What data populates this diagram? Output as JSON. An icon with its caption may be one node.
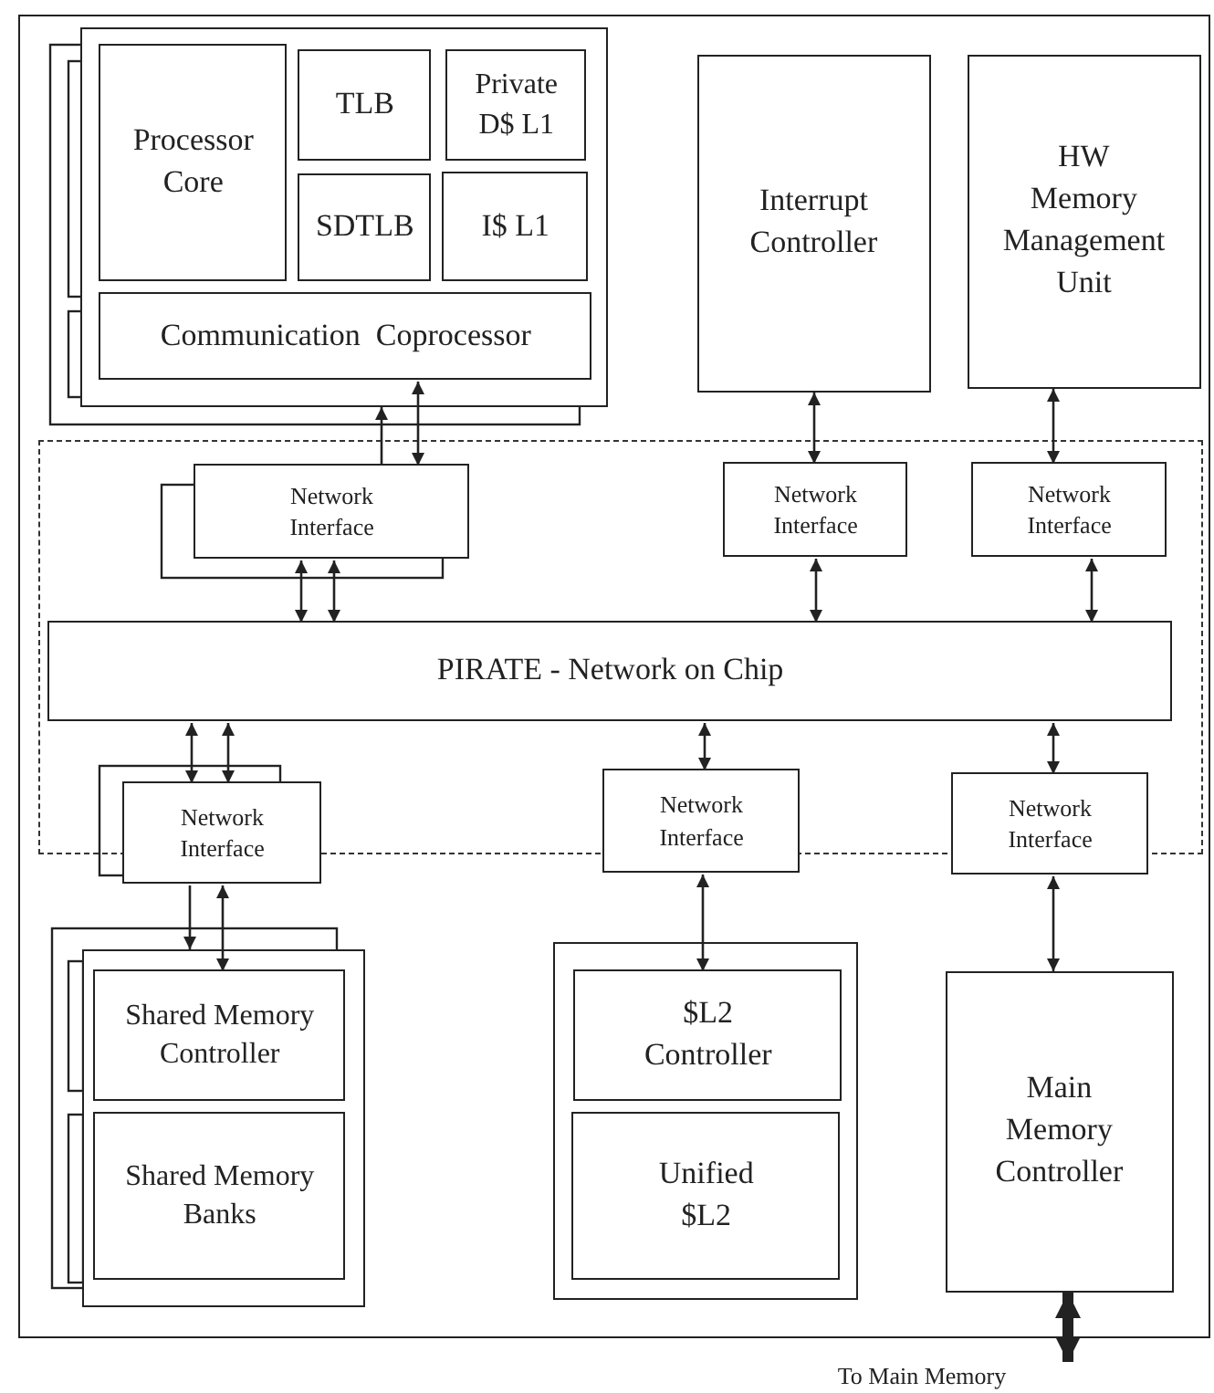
{
  "diagram": {
    "nodes": [
      {
        "text": [],
        "shape": "box"
      },
      {
        "text": [],
        "shape": "box",
        "in": 0
      },
      {
        "text": [
          "Processor Core"
        ],
        "in": 1
      },
      {
        "text": [
          "TLB"
        ],
        "in": 1
      },
      {
        "text": [
          "Private D$ L1"
        ],
        "in": 1
      },
      {
        "text": [
          "SDTLB"
        ],
        "in": 1
      },
      {
        "text": [
          "I$ L1"
        ],
        "in": 1
      },
      {
        "text": [
          "Communication  Coprocessor"
        ],
        "in": 1
      },
      {
        "text": [
          "Interrupt Controller"
        ],
        "in": 0
      },
      {
        "text": [
          "HW Memory Management Unit"
        ],
        "in": 0
      },
      {
        "text": [],
        "shape": "box",
        "in": 0
      },
      {
        "text": [
          "Network Interface"
        ],
        "in": 10
      },
      {
        "text": [
          "Network Interface"
        ],
        "in": 10
      },
      {
        "text": [
          "Network Interface"
        ],
        "in": 10
      },
      {
        "text": [
          "PIRATE - Network on Chip"
        ],
        "in": 10
      },
      {
        "text": [
          "Network Interface"
        ],
        "in": 10
      },
      {
        "text": [
          "Network Interface"
        ],
        "in": 10
      },
      {
        "text": [
          "Network Interface"
        ],
        "in": 10
      },
      {
        "text": [],
        "shape": "box",
        "in": 0
      },
      {
        "text": [
          "Shared Memory Controller"
        ],
        "in": 18
      },
      {
        "text": [
          "Shared Memory Banks"
        ],
        "in": 18
      },
      {
        "text": [],
        "shape": "box",
        "in": 0
      },
      {
        "text": [
          "$L2 Controller"
        ],
        "in": 21
      },
      {
        "text": [
          "Unified $L2"
        ],
        "in": 21
      },
      {
        "text": [
          "Main Memory Controller"
        ],
        "in": 0
      },
      {
        "text": [
          "To Main Memory"
        ]
      }
    ],
    "edges": [
      {
        "from": 11,
        "to": 1,
        "arrow": "to"
      },
      {
        "from": 7,
        "to": 11,
        "arrow": "both"
      },
      {
        "from": 8,
        "to": 12,
        "arrow": "both"
      },
      {
        "from": 9,
        "to": 13,
        "arrow": "both"
      },
      {
        "from": 11,
        "to": 14,
        "arrow": "both"
      },
      {
        "from": 11,
        "to": 14,
        "arrow": "both"
      },
      {
        "from": 12,
        "to": 14,
        "arrow": "both"
      },
      {
        "from": 13,
        "to": 14,
        "arrow": "both"
      },
      {
        "from": 14,
        "to": 15,
        "arrow": "both"
      },
      {
        "from": 14,
        "to": 15,
        "arrow": "both"
      },
      {
        "from": 14,
        "to": 16,
        "arrow": "both"
      },
      {
        "from": 14,
        "to": 17,
        "arrow": "both"
      },
      {
        "from": 15,
        "to": 18,
        "arrow": "to"
      },
      {
        "from": 15,
        "to": 19,
        "arrow": "both"
      },
      {
        "from": 16,
        "to": 22,
        "arrow": "both"
      },
      {
        "from": 17,
        "to": 24,
        "arrow": "both"
      },
      {
        "from": 24,
        "to": 25,
        "arrow": "both",
        "style": "thick"
      }
    ]
  }
}
